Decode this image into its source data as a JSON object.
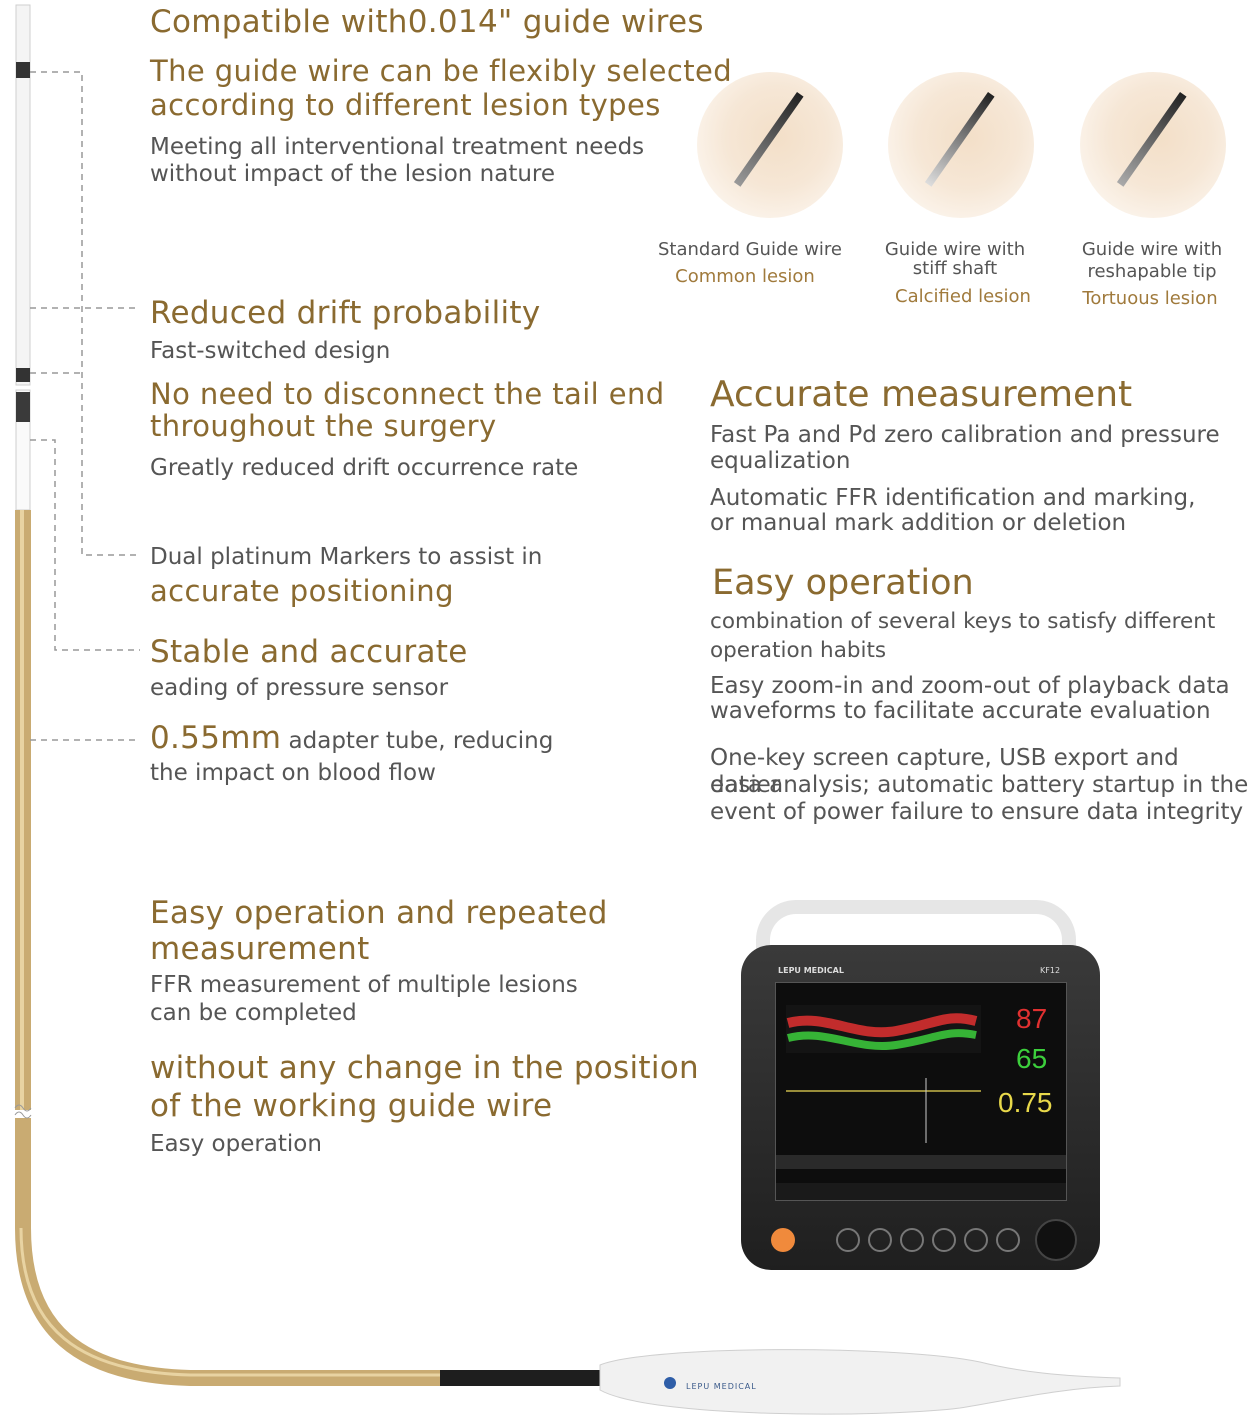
{
  "guidewire_section": {
    "title": "Compatible with0.014\" guide wires",
    "subtitle_line1": "The guide wire can be flexibly selected",
    "subtitle_line2": "according to different lesion types",
    "desc_line1": "Meeting all interventional treatment needs",
    "desc_line2": "without impact of the lesion nature",
    "wire_types": [
      {
        "name_line1": "Standard Guide wire",
        "name_line2": "",
        "lesion": "Common lesion"
      },
      {
        "name_line1": "Guide wire with",
        "name_line2": "stiff shaft",
        "lesion": "Calcified lesion"
      },
      {
        "name_line1": "Guide wire with",
        "name_line2": "reshapable tip",
        "lesion": "Tortuous lesion"
      }
    ]
  },
  "features": {
    "drift": {
      "title": "Reduced drift probability",
      "desc": "Fast-switched design"
    },
    "tail": {
      "title_line1": "No need to disconnect the tail end",
      "title_line2": "throughout the surgery",
      "desc": "Greatly reduced drift occurrence rate"
    },
    "markers": {
      "desc": "Dual platinum Markers to assist in",
      "title": "accurate positioning"
    },
    "stable": {
      "title": "Stable and accurate",
      "desc": "eading of pressure sensor"
    },
    "tube": {
      "size": "0.55mm",
      "desc_line1": " adapter tube, reducing",
      "desc_line2": "the impact on blood flow"
    },
    "repeat": {
      "title_line1": "Easy operation and repeated",
      "title_line2": "measurement",
      "desc_line1": "FFR measurement of multiple lesions",
      "desc_line2": "can be completed"
    },
    "position": {
      "title_line1": "without any change in the position",
      "title_line2": "of the working guide wire",
      "desc": "Easy operation"
    }
  },
  "accurate_measurement": {
    "title": "Accurate measurement",
    "p1_line1": "Fast Pa and Pd zero calibration and pressure",
    "p1_line2": "equalization",
    "p2_line1": "Automatic FFR identification and marking,",
    "p2_line2": "or manual mark addition or deletion"
  },
  "easy_operation": {
    "title": "Easy operation",
    "p1_line1": "combination of several keys to satisfy different",
    "p1_line2": "operation habits",
    "p2_line1": "Easy zoom-in and zoom-out of playback data",
    "p2_line2": "waveforms to facilitate accurate evaluation",
    "p3_line1": "One-key screen capture, USB export and easier",
    "p3_line2": "data analysis; automatic battery startup in the",
    "p3_line3": "event of power failure to ensure data integrity"
  },
  "monitor": {
    "brand": "LEPU MEDICAL",
    "model": "KF12",
    "pa_value": "87",
    "pd_value": "65",
    "ffr_value": "0.75"
  },
  "handle_brand": "LEPU MEDICAL",
  "colors": {
    "gold": "#8a6a30",
    "text_gray": "#555555",
    "pa_red": "#e03030",
    "pd_green": "#3ccf3c",
    "ffr_yellow": "#e8d84a"
  }
}
